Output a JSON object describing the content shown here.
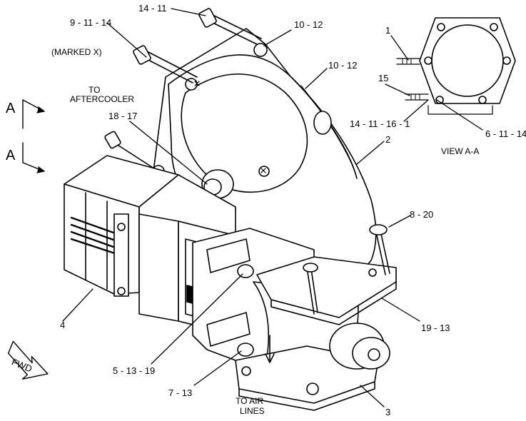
{
  "callouts": {
    "c_14_11_top": "14 - 11",
    "c_9_11_14": "9 - 11 - 14",
    "marked_x": "(MARKED  X)",
    "c_10_12_a": "10 - 12",
    "c_10_12_b": "10 - 12",
    "to_aftercooler_1": "TO",
    "to_aftercooler_2": "AFTERCOOLER",
    "c_18_17": "18 - 17",
    "c_2": "2",
    "c_8_20": "8 - 20",
    "c_4": "4",
    "c_19_13": "19 - 13",
    "c_5_13_19": "5 - 13 - 19",
    "c_7_13": "7 - 13",
    "to_air_lines_1": "TO AIR",
    "to_air_lines_2": "LINES",
    "c_3": "3"
  },
  "view_aa": {
    "c_1": "1",
    "c_15": "15",
    "c_14_11_16_1": "14 - 11 - 16 - 1",
    "c_6_11_14": "6 - 11 - 14",
    "title": "VIEW A-A"
  },
  "section_marks": {
    "upper": "A",
    "lower": "A"
  },
  "direction": {
    "fwd": "FWD"
  }
}
